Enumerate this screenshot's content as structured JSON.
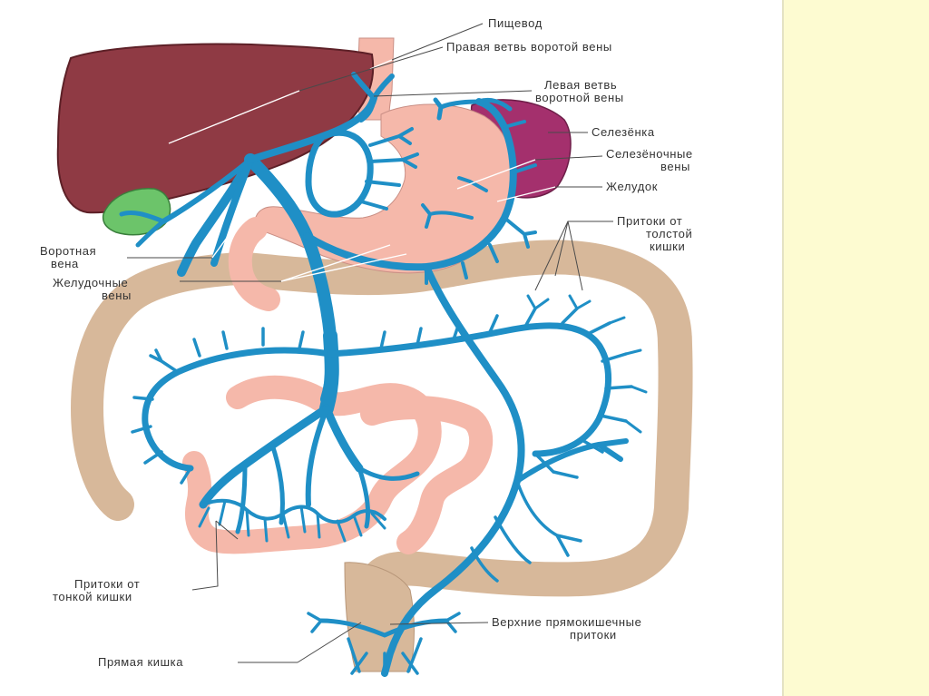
{
  "labels": {
    "esophagus": "Пищевод",
    "right_portal_branch": "Правая ветвь воротой вены",
    "left_portal_branch_1": "Левая ветвь",
    "left_portal_branch_2": "воротной вены",
    "spleen": "Селезёнка",
    "splenic_veins_1": "Селезёночные",
    "splenic_veins_2": "вены",
    "stomach": "Желудок",
    "colon_tributaries_1": "Притоки от",
    "colon_tributaries_2": "толстой",
    "colon_tributaries_3": "кишки",
    "portal_vein_1": "Воротная",
    "portal_vein_2": "вена",
    "gastric_veins_1": "Желудочные",
    "gastric_veins_2": "вены",
    "small_intestine_tributaries_1": "Притоки от",
    "small_intestine_tributaries_2": "тонкой кишки",
    "rectal_tributaries_1": "Верхние прямокишечные",
    "rectal_tributaries_2": "притоки",
    "rectum": "Прямая кишка"
  },
  "colors": {
    "liver": "#8f3a44",
    "gallbladder": "#6cc46a",
    "spleen": "#a4306d",
    "stomach": "#f5b8aa",
    "small_intestine": "#f5b8aa",
    "colon": "#d7b89a",
    "vein": "#1f8fc6",
    "side_panel": "#fdfbd1"
  }
}
